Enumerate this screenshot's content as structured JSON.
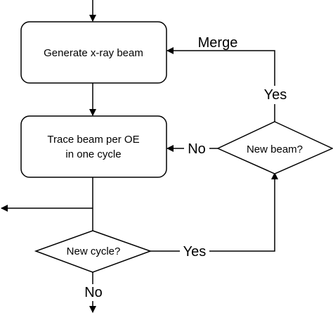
{
  "diagram": {
    "nodes": {
      "generate": {
        "label": "Generate x-ray beam"
      },
      "trace": {
        "line1": "Trace beam per OE",
        "line2": "in one cycle"
      },
      "new_beam": {
        "label": "New beam?"
      },
      "new_cycle": {
        "label": "New cycle?"
      }
    },
    "edges": {
      "merge": {
        "label": "Merge"
      },
      "beam_yes": {
        "label": "Yes"
      },
      "beam_no": {
        "label": "No"
      },
      "cycle_yes": {
        "label": "Yes"
      },
      "cycle_no": {
        "label": "No"
      }
    },
    "colors": {
      "stroke": "#000000",
      "background": "#ffffff"
    }
  }
}
